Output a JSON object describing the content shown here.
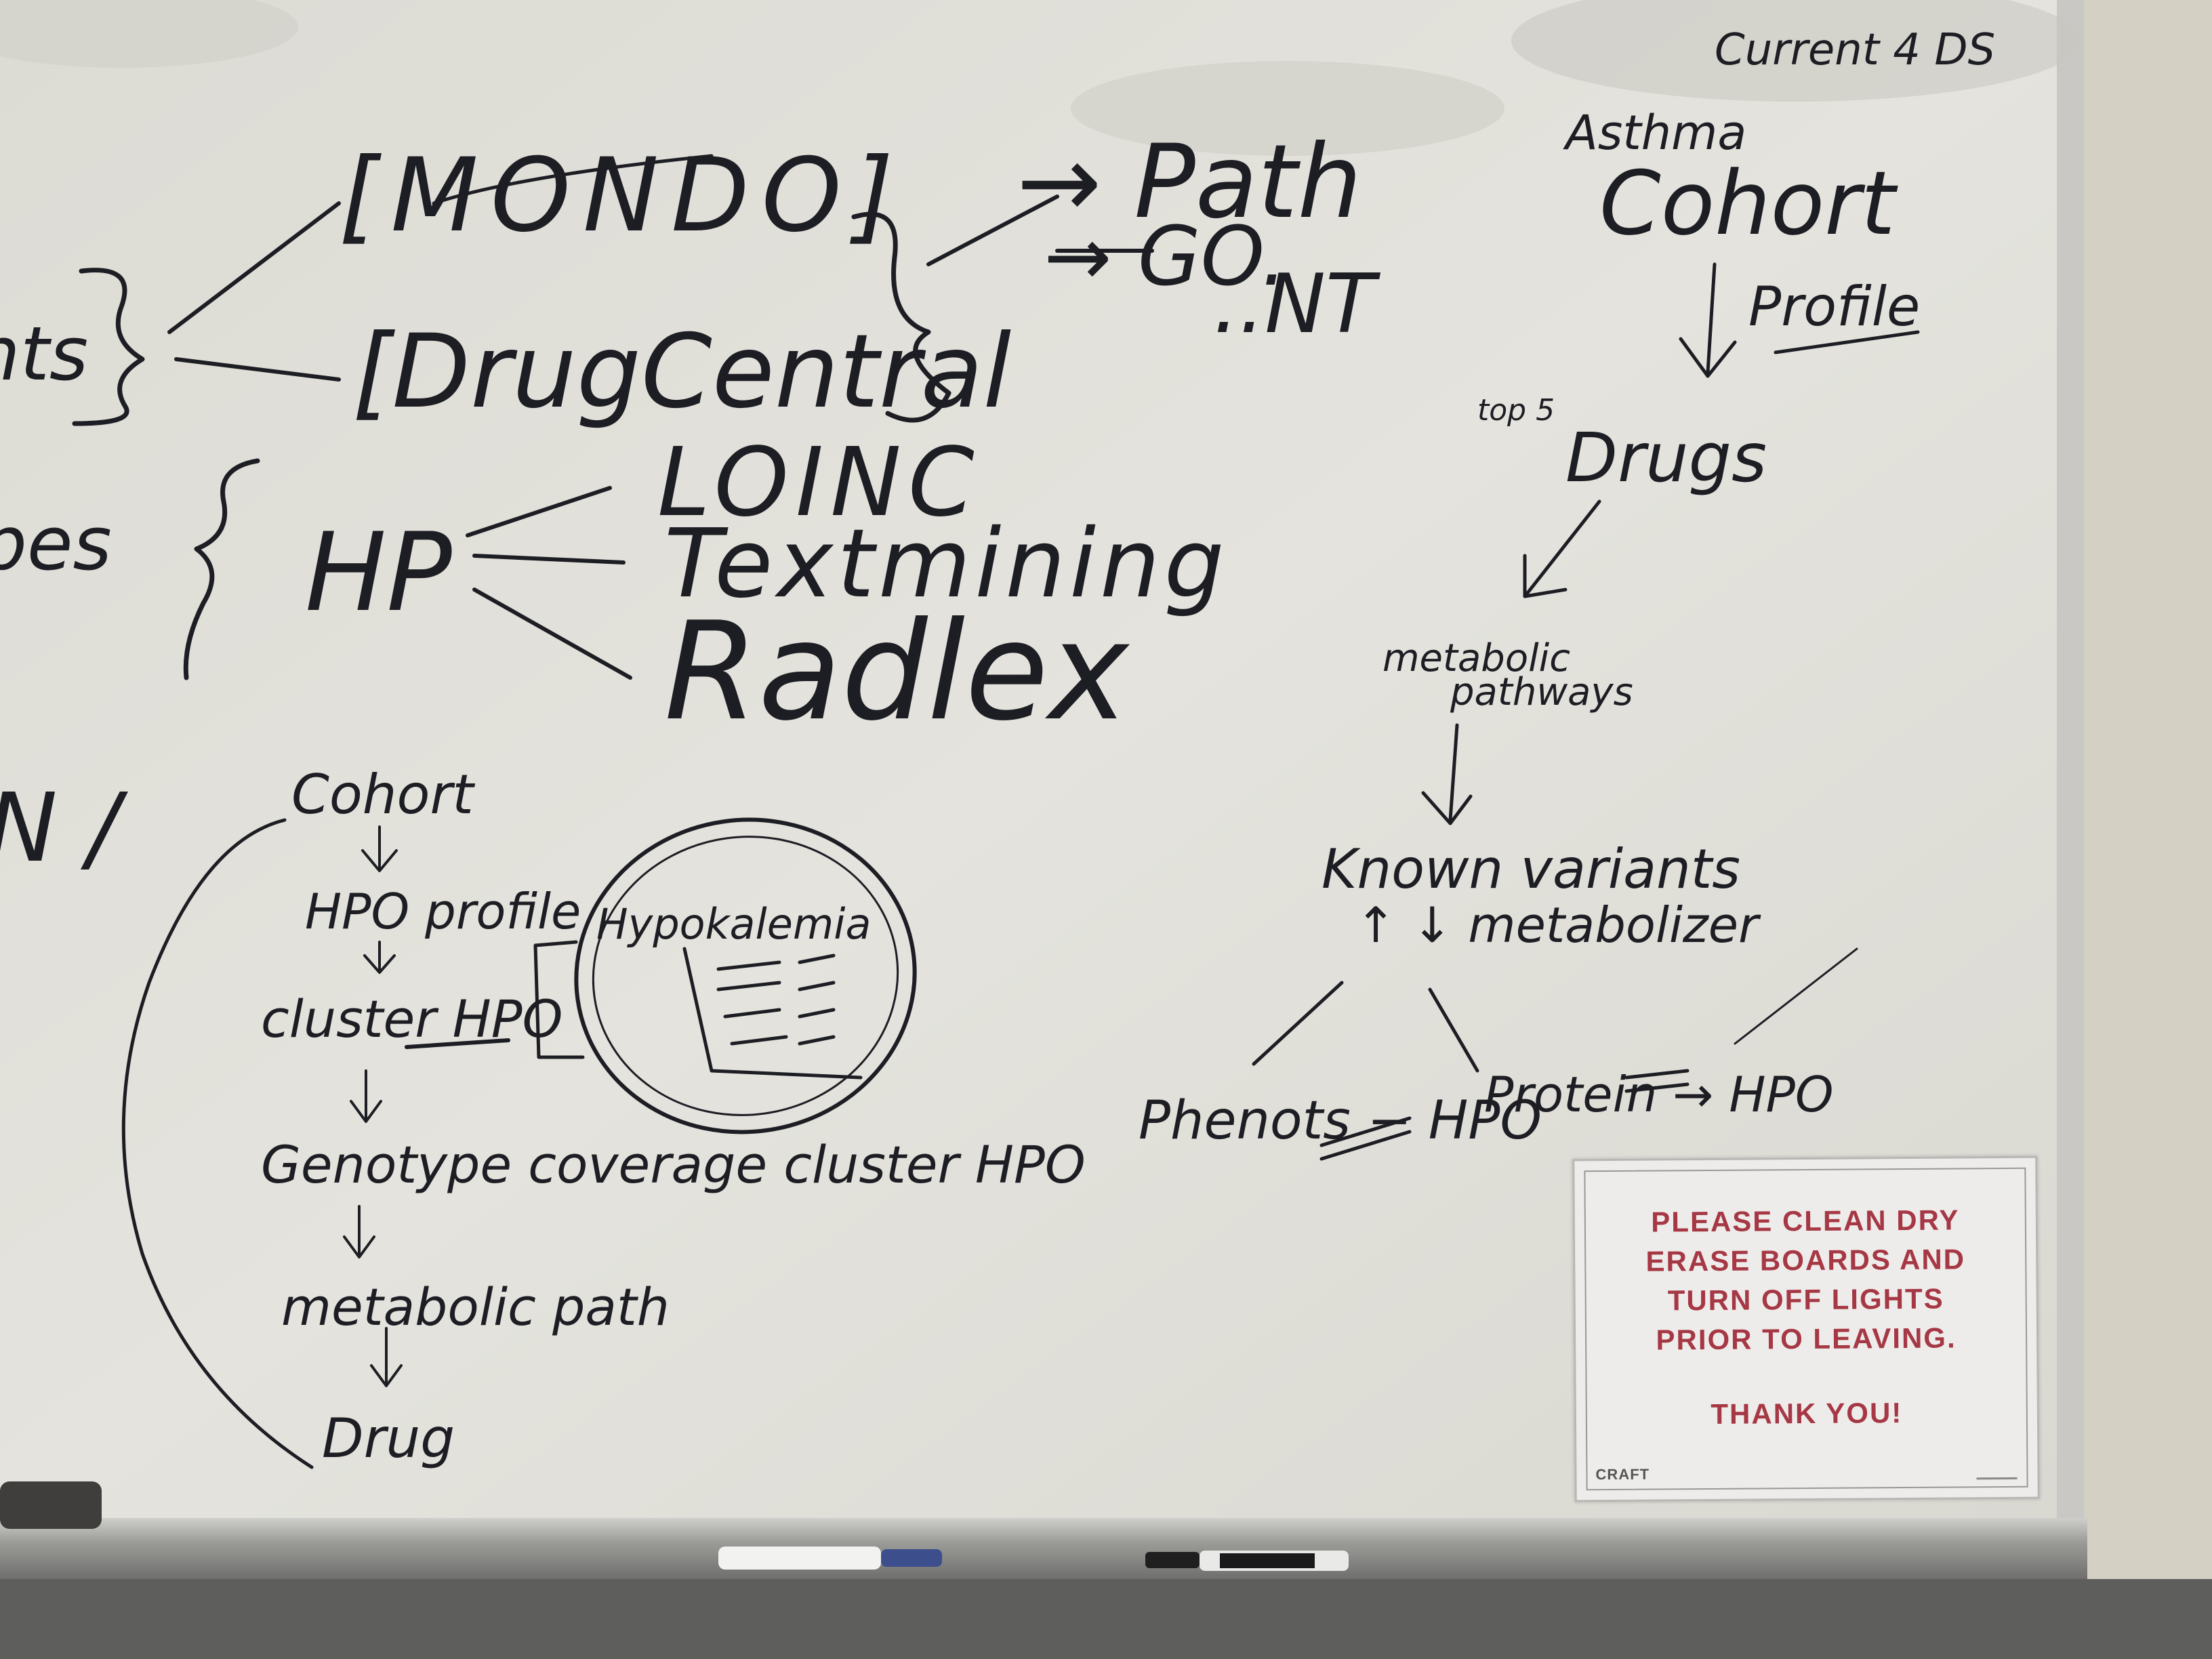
{
  "whiteboard": {
    "corner_note": "Current 4 DS",
    "left_cut": {
      "ts": "nts",
      "pes": "pes",
      "n": "N /"
    },
    "mondo": "[MONDO]",
    "drugcentral": "[DrugCentral",
    "path": "→ Path",
    "go": "→ GO.",
    "nt": "..NT",
    "hp": "HP",
    "loinc": "LOINC",
    "textmining": "Textmining",
    "radlex": "Radlex",
    "right_flow": {
      "asthma": "Asthma",
      "cohort": "Cohort",
      "profile": "Profile",
      "drugs": "Drugs",
      "drugs_prefix": "top 5",
      "metabolic_pathways": [
        "metabolic",
        "pathways"
      ],
      "known_variants": "Known variants",
      "metabolizer": "↑ ↓ metabolizer",
      "phenotype": "Phenots − HPO",
      "protein": "Protein → HPO"
    },
    "left_flow": {
      "cohort": "Cohort",
      "hpo_profile": "HPO profile",
      "cluster_hpo": "cluster HPO",
      "genotype": "Genotype coverage cluster HPO",
      "metabolic_path": "metabolic path",
      "drug": "Drug",
      "hypokalemia": "Hypokalemia"
    }
  },
  "sign": {
    "lines": [
      "PLEASE CLEAN DRY",
      "ERASE BOARDS AND",
      "TURN OFF LIGHTS",
      "PRIOR TO LEAVING."
    ],
    "thanks": "THANK YOU!",
    "brand": "CRAFT"
  },
  "colors": {
    "board": "#e2e1db",
    "ink": "#1d1d24",
    "sign_text": "#a63845",
    "tray": "#8f8f8c"
  }
}
